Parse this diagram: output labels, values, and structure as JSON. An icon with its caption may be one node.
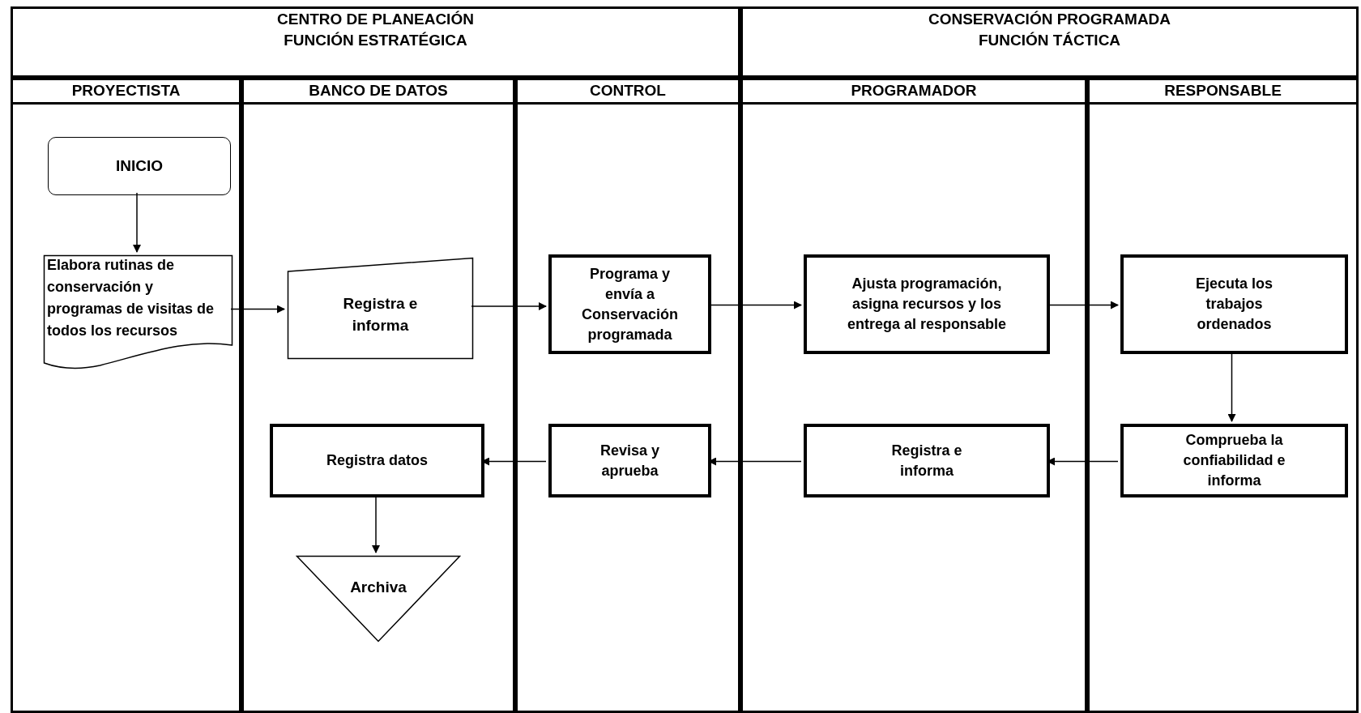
{
  "diagram": {
    "nodes": [
      {
        "text": [
          "CENTRO DE PLANEACIÓN",
          "FUNCIÓN ESTRATÉGICA"
        ]
      },
      {
        "text": [
          "CONSERVACIÓN PROGRAMADA",
          "FUNCIÓN TÁCTICA"
        ]
      },
      {
        "text": [
          "PROYECTISTA"
        ]
      },
      {
        "text": [
          "BANCO DE DATOS"
        ]
      },
      {
        "text": [
          "CONTROL"
        ]
      },
      {
        "text": [
          "PROGRAMADOR"
        ]
      },
      {
        "text": [
          "RESPONSABLE"
        ]
      },
      {
        "text": [
          "INICIO"
        ],
        "in": 2
      },
      {
        "text": [
          "Elabora rutinas de conservación y programas de visitas de todos los recursos"
        ],
        "in": 2
      },
      {
        "text": [
          "Registra e informa"
        ],
        "in": 3
      },
      {
        "text": [
          "Programa y envía a Conservación programada"
        ],
        "in": 4
      },
      {
        "text": [
          "Ajusta programación, asigna recursos y los entrega al responsable"
        ],
        "in": 5
      },
      {
        "text": [
          "Ejecuta los trabajos ordenados"
        ],
        "in": 6
      },
      {
        "text": [
          "Registra datos"
        ],
        "in": 3
      },
      {
        "text": [
          "Revisa y aprueba"
        ],
        "in": 4
      },
      {
        "text": [
          "Registra e informa"
        ],
        "in": 5
      },
      {
        "text": [
          "Comprueba la confiabilidad e informa"
        ],
        "in": 6
      },
      {
        "text": [
          "Archiva"
        ],
        "in": 3
      }
    ],
    "edges": [
      {
        "from": 7,
        "to": 8,
        "arrow": "to"
      },
      {
        "from": 8,
        "to": 9,
        "arrow": "to"
      },
      {
        "from": 9,
        "to": 10,
        "arrow": "to"
      },
      {
        "from": 10,
        "to": 11,
        "arrow": "to"
      },
      {
        "from": 11,
        "to": 12,
        "arrow": "to"
      },
      {
        "from": 12,
        "to": 16,
        "arrow": "to"
      },
      {
        "from": 16,
        "to": 15,
        "arrow": "to"
      },
      {
        "from": 15,
        "to": 14,
        "arrow": "to"
      },
      {
        "from": 14,
        "to": 13,
        "arrow": "to"
      },
      {
        "from": 13,
        "to": 17,
        "arrow": "to"
      }
    ]
  }
}
